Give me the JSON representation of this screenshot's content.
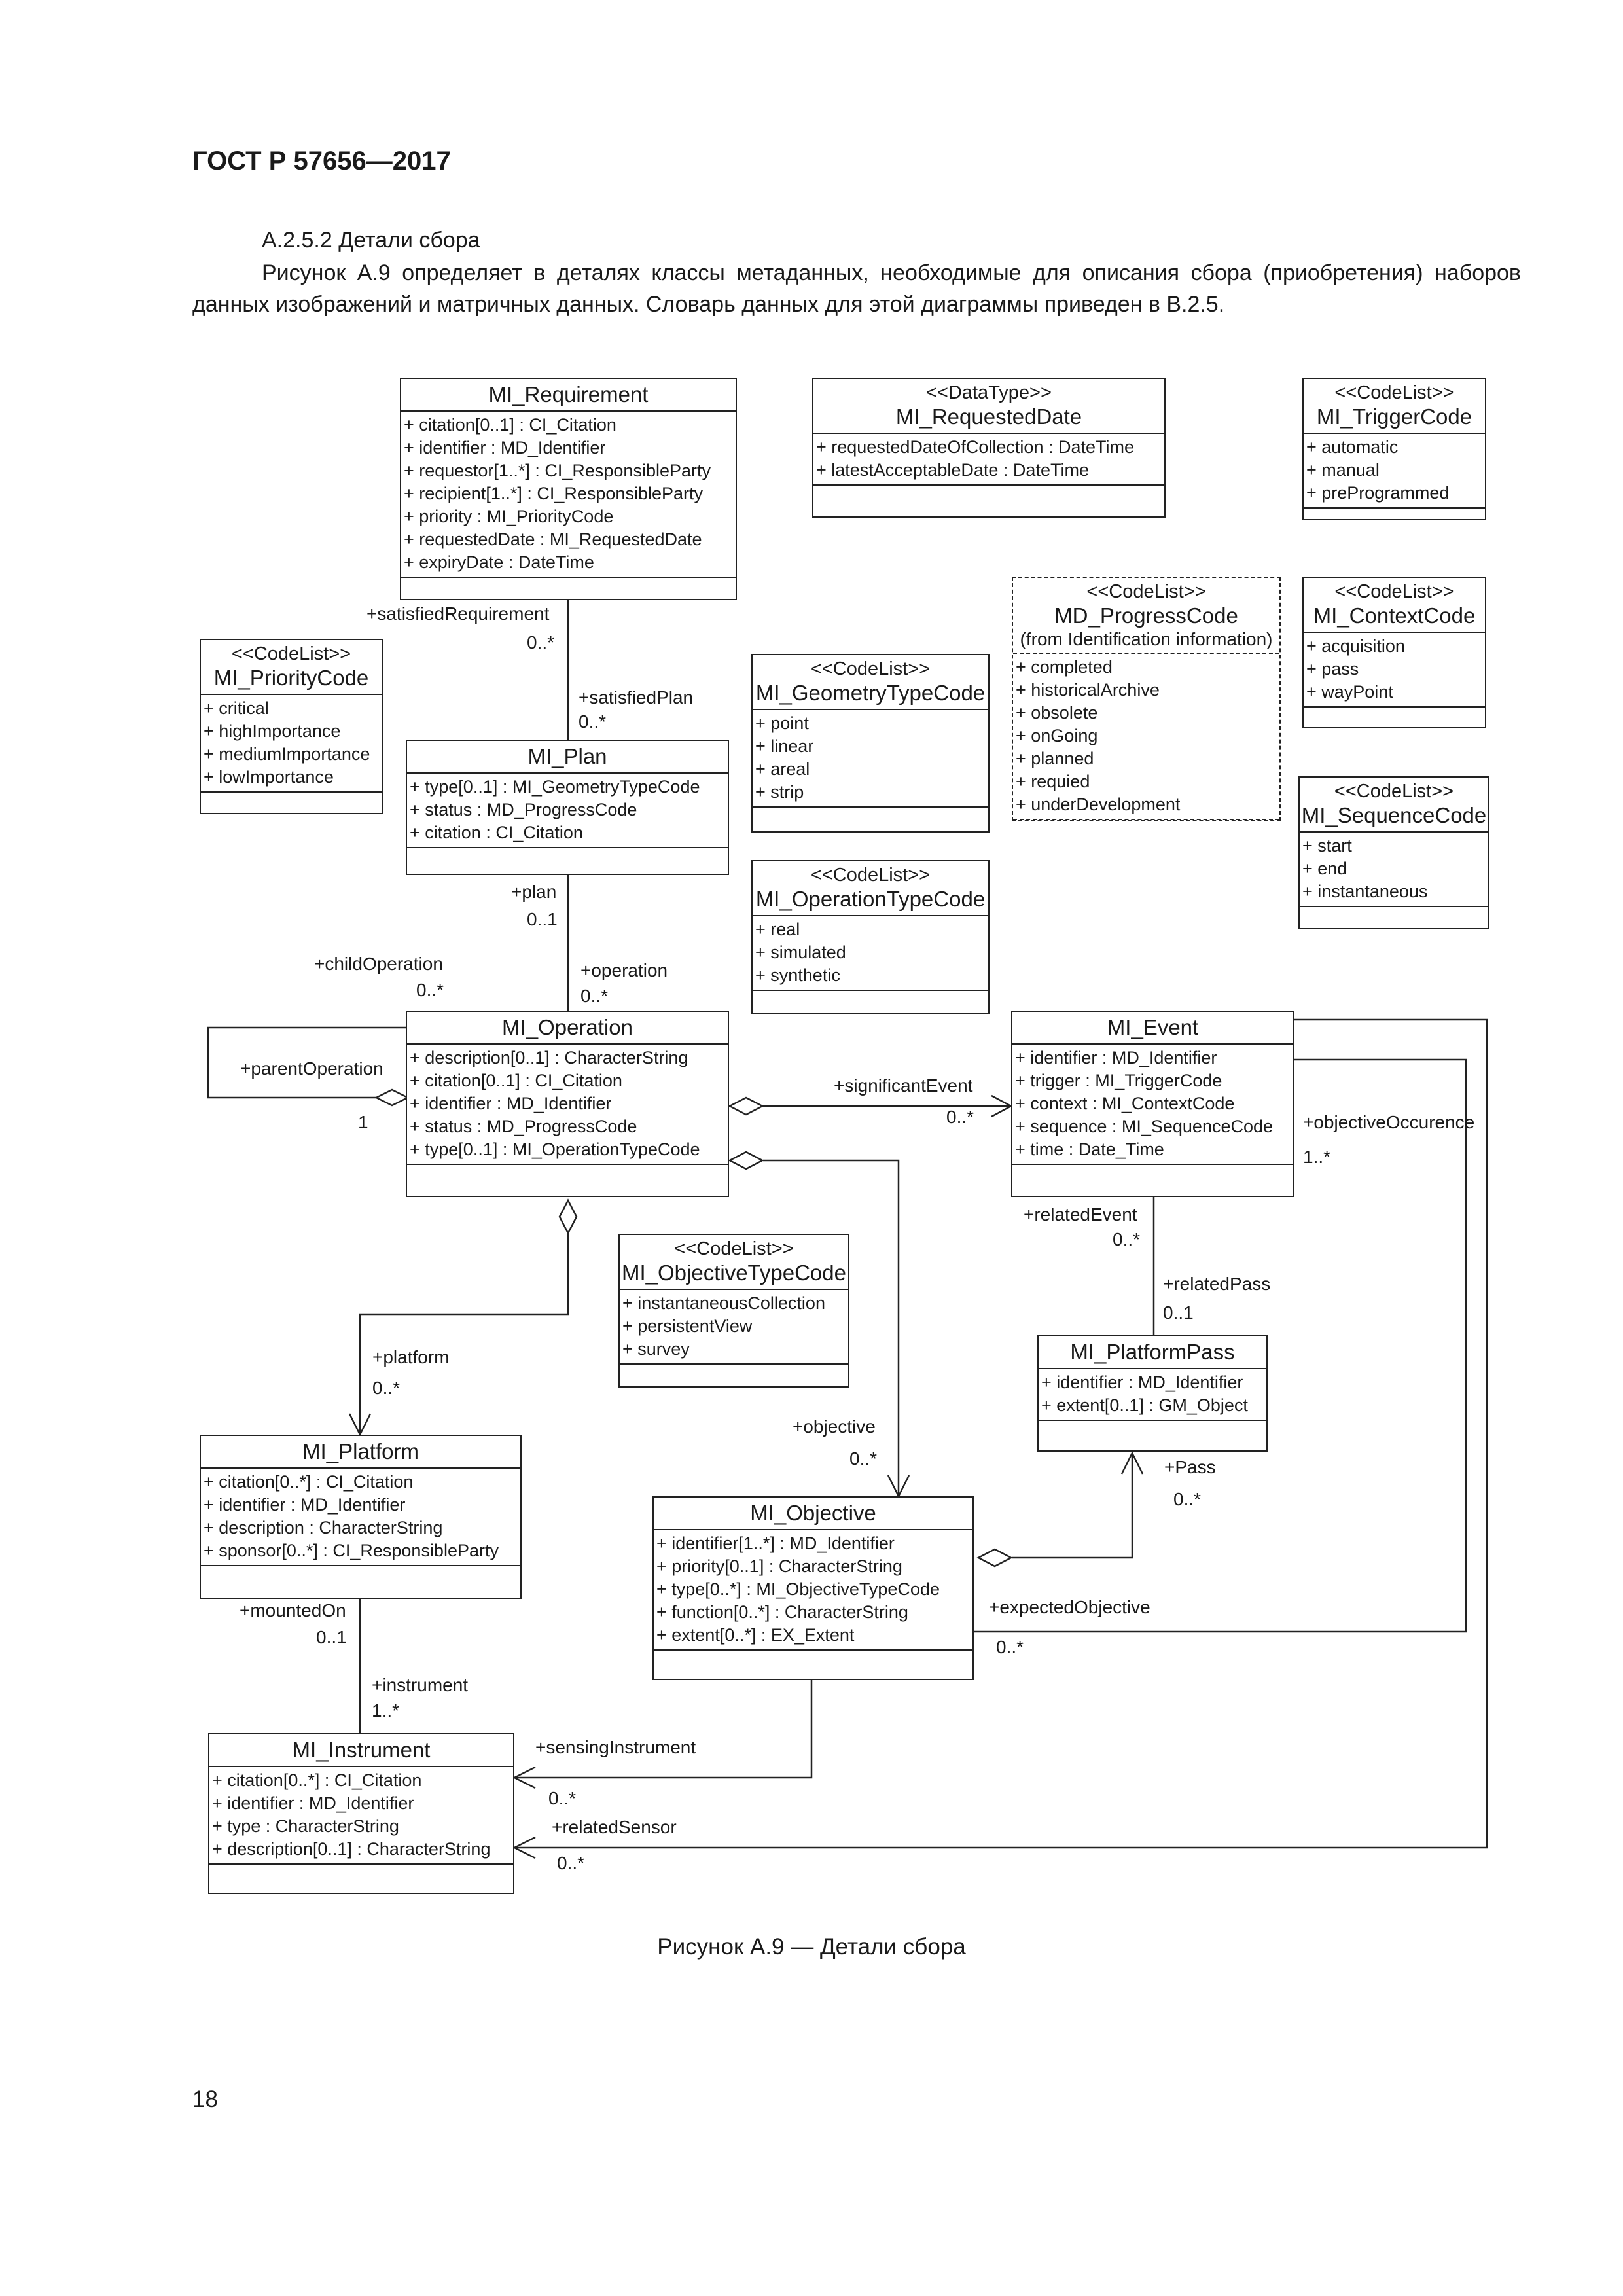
{
  "header": "ГОСТ Р 57656—2017",
  "section_title": "А.2.5.2 Детали сбора",
  "paragraph": "Рисунок А.9 определяет в деталях классы метаданных, необходимые для описания сбора (приобретения) наборов данных изображений и матричных данных. Словарь данных для этой диаграммы приведен в В.2.5.",
  "caption": "Рисунок А.9 — Детали сбора",
  "page_number": "18",
  "classes": {
    "requirement": {
      "name": "MI_Requirement",
      "attrs": [
        "+ citation[0..1] : CI_Citation",
        "+ identifier : MD_Identifier",
        "+ requestor[1..*] : CI_ResponsibleParty",
        "+ recipient[1..*] : CI_ResponsibleParty",
        "+ priority : MI_PriorityCode",
        "+ requestedDate : MI_RequestedDate",
        "+ expiryDate : DateTime"
      ]
    },
    "requested_date": {
      "stereo": "<<DataType>>",
      "name": "MI_RequestedDate",
      "attrs": [
        "+ requestedDateOfCollection : DateTime",
        "+ latestAcceptableDate : DateTime"
      ]
    },
    "trigger_code": {
      "stereo": "<<CodeList>>",
      "name": "MI_TriggerCode",
      "attrs": [
        "+ automatic",
        "+ manual",
        "+ preProgrammed"
      ]
    },
    "priority_code": {
      "stereo": "<<CodeList>>",
      "name": "MI_PriorityCode",
      "attrs": [
        "+ critical",
        "+ highImportance",
        "+ mediumImportance",
        "+ lowImportance"
      ]
    },
    "geometry_type_code": {
      "stereo": "<<CodeList>>",
      "name": "MI_GeometryTypeCode",
      "attrs": [
        "+ point",
        "+ linear",
        "+ areal",
        "+ strip"
      ]
    },
    "progress_code": {
      "stereo": "<<CodeList>>",
      "name": "MD_ProgressCode",
      "note": "(from Identification information)",
      "attrs": [
        "+ completed",
        "+ historicalArchive",
        "+ obsolete",
        "+ onGoing",
        "+ planned",
        "+ requied",
        "+ underDevelopment"
      ]
    },
    "context_code": {
      "stereo": "<<CodeList>>",
      "name": "MI_ContextCode",
      "attrs": [
        "+ acquisition",
        "+ pass",
        "+ wayPoint"
      ]
    },
    "sequence_code": {
      "stereo": "<<CodeList>>",
      "name": "MI_SequenceCode",
      "attrs": [
        "+ start",
        "+ end",
        "+ instantaneous"
      ]
    },
    "plan": {
      "name": "MI_Plan",
      "attrs": [
        "+ type[0..1] : MI_GeometryTypeCode",
        "+ status : MD_ProgressCode",
        "+ citation : CI_Citation"
      ]
    },
    "operation_type_code": {
      "stereo": "<<CodeList>>",
      "name": "MI_OperationTypeCode",
      "attrs": [
        "+ real",
        "+ simulated",
        "+ synthetic"
      ]
    },
    "operation": {
      "name": "MI_Operation",
      "attrs": [
        "+ description[0..1] : CharacterString",
        "+ citation[0..1] : CI_Citation",
        "+ identifier : MD_Identifier",
        "+ status : MD_ProgressCode",
        "+ type[0..1] : MI_OperationTypeCode"
      ]
    },
    "event": {
      "name": "MI_Event",
      "attrs": [
        "+ identifier : MD_Identifier",
        "+ trigger : MI_TriggerCode",
        "+ context : MI_ContextCode",
        "+ sequence : MI_SequenceCode",
        "+ time : Date_Time"
      ]
    },
    "objective_type_code": {
      "stereo": "<<CodeList>>",
      "name": "MI_ObjectiveTypeCode",
      "attrs": [
        "+ instantaneousCollection",
        "+ persistentView",
        "+ survey"
      ]
    },
    "platform_pass": {
      "name": "MI_PlatformPass",
      "attrs": [
        "+ identifier : MD_Identifier",
        "+ extent[0..1] : GM_Object"
      ]
    },
    "platform": {
      "name": "MI_Platform",
      "attrs": [
        "+ citation[0..*] : CI_Citation",
        "+ identifier : MD_Identifier",
        "+ description : CharacterString",
        "+ sponsor[0..*] : CI_ResponsibleParty"
      ]
    },
    "objective": {
      "name": "MI_Objective",
      "attrs": [
        "+ identifier[1..*] : MD_Identifier",
        "+ priority[0..1] : CharacterString",
        "+ type[0..*] : MI_ObjectiveTypeCode",
        "+ function[0..*] : CharacterString",
        "+ extent[0..*] : EX_Extent"
      ]
    },
    "instrument": {
      "name": "MI_Instrument",
      "attrs": [
        "+ citation[0..*] : CI_Citation",
        "+ identifier : MD_Identifier",
        "+ type : CharacterString",
        "+ description[0..1] : CharacterString"
      ]
    }
  },
  "roles": {
    "satisfied_requirement": "+satisfiedRequirement",
    "satisfied_requirement_mult": "0..*",
    "satisfied_plan": "+satisfiedPlan",
    "satisfied_plan_mult": "0..*",
    "plan": "+plan",
    "plan_mult": "0..1",
    "operation": "+operation",
    "operation_mult": "0..*",
    "child_operation": "+childOperation",
    "child_operation_mult": "0..*",
    "parent_operation": "+parentOperation",
    "parent_operation_mult": "1",
    "significant_event": "+significantEvent",
    "significant_event_mult": "0..*",
    "objective_occurence": "+objectiveOccurence",
    "objective_occurence_mult": "1..*",
    "related_event": "+relatedEvent",
    "related_event_mult": "0..*",
    "related_pass": "+relatedPass",
    "related_pass_mult": "0..1",
    "platform": "+platform",
    "platform_mult": "0..*",
    "objective": "+objective",
    "objective_mult": "0..*",
    "pass": "+Pass",
    "pass_mult": "0..*",
    "expected_objective": "+expectedObjective",
    "expected_objective_mult": "0..*",
    "mounted_on": "+mountedOn",
    "mounted_on_mult": "0..1",
    "instrument": "+instrument",
    "instrument_mult": "1..*",
    "sensing_instrument": "+sensingInstrument",
    "sensing_instrument_mult": "0..*",
    "related_sensor": "+relatedSensor",
    "related_sensor_mult": "0..*"
  }
}
